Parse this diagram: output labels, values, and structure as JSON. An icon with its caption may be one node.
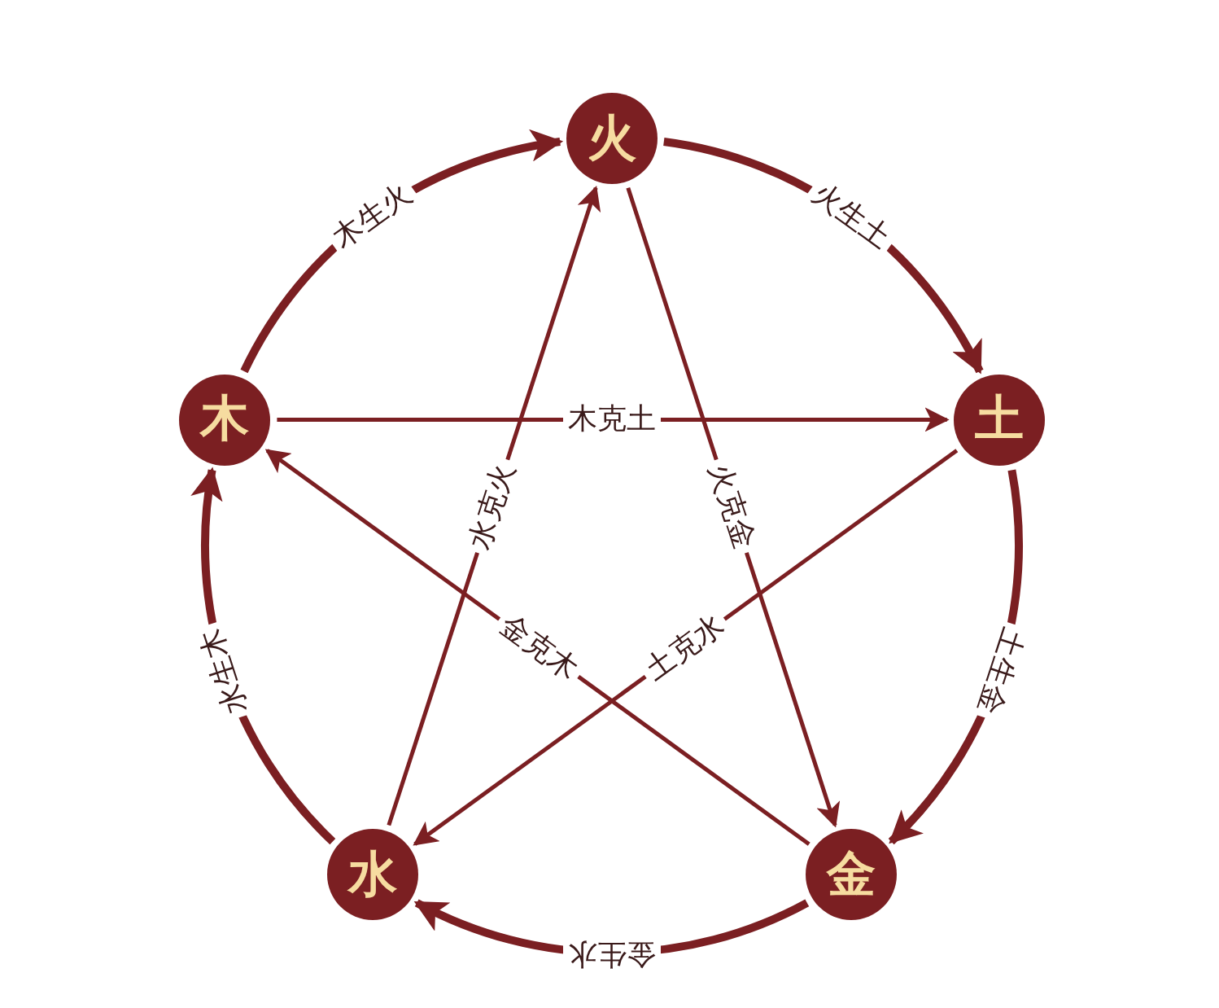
{
  "diagram": {
    "nodes": [
      {
        "text": [
          "火"
        ]
      },
      {
        "text": [
          "土"
        ]
      },
      {
        "text": [
          "金"
        ]
      },
      {
        "text": [
          "水"
        ]
      },
      {
        "text": [
          "木"
        ]
      }
    ],
    "edges": [
      {
        "from": 4,
        "to": 0,
        "arrow": "to",
        "label": "木生火",
        "style": "thick"
      },
      {
        "from": 0,
        "to": 1,
        "arrow": "to",
        "label": "火生土",
        "style": "thick"
      },
      {
        "from": 1,
        "to": 2,
        "arrow": "to",
        "label": "土生金",
        "style": "thick"
      },
      {
        "from": 2,
        "to": 3,
        "arrow": "to",
        "label": "金生水",
        "style": "thick"
      },
      {
        "from": 3,
        "to": 4,
        "arrow": "to",
        "label": "水生木",
        "style": "thick"
      },
      {
        "from": 4,
        "to": 1,
        "arrow": "to",
        "label": "木克土"
      },
      {
        "from": 0,
        "to": 2,
        "arrow": "to",
        "label": "火克金"
      },
      {
        "from": 1,
        "to": 3,
        "arrow": "to",
        "label": "土克水"
      },
      {
        "from": 2,
        "to": 4,
        "arrow": "to",
        "label": "金克木"
      },
      {
        "from": 3,
        "to": 0,
        "arrow": "to",
        "label": "水克火"
      }
    ]
  }
}
